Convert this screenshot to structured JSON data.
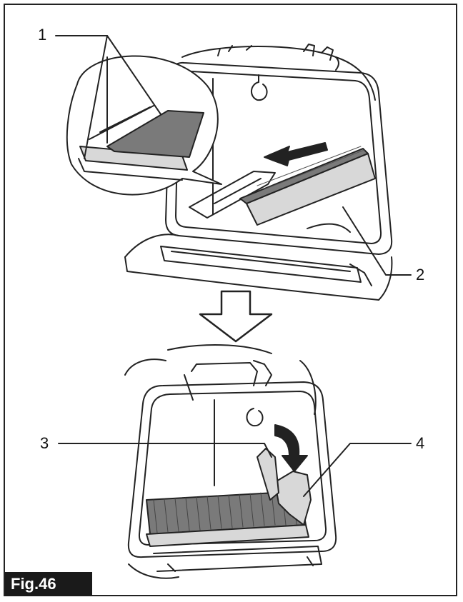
{
  "figure": {
    "label": "Fig.46",
    "callouts": {
      "c1": "1",
      "c2": "2",
      "c3": "3",
      "c4": "4"
    }
  },
  "colors": {
    "ink": "#222222",
    "paper": "#ffffff",
    "filter_body": "#d8d8d8",
    "filter_pleats": "#7a7a7a",
    "badge": "#1a1a1a"
  }
}
